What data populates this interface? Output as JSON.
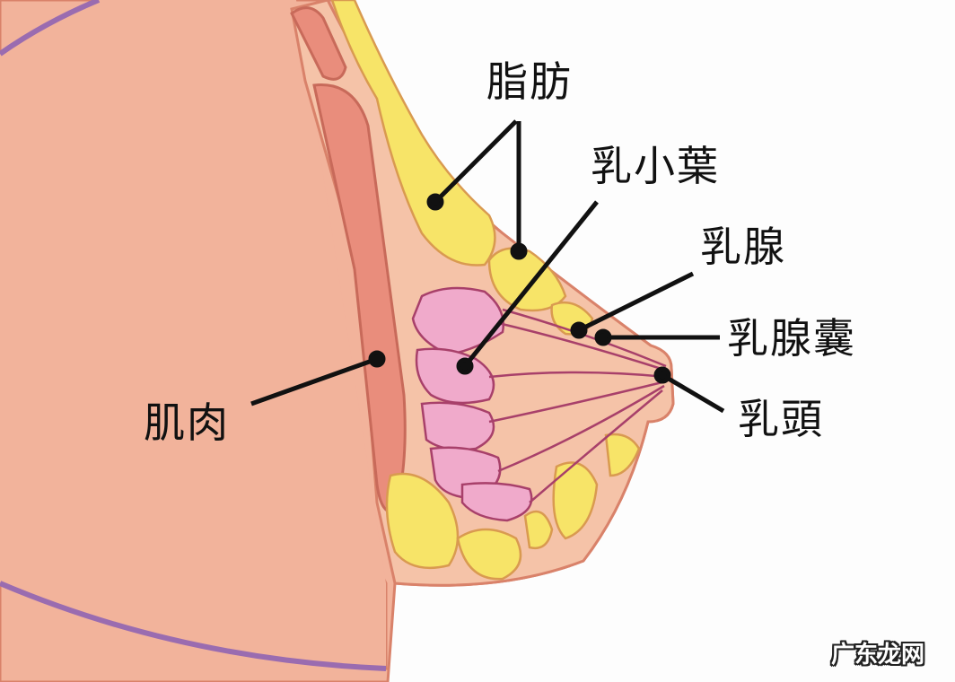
{
  "labels": {
    "fat": "脂肪",
    "lobule": "乳小葉",
    "mammary_gland": "乳腺",
    "gland_sac": "乳腺囊",
    "nipple": "乳頭",
    "muscle": "肌肉"
  },
  "watermark": "广东龙网",
  "colors": {
    "skin": "#f2b39b",
    "breast_tissue": "#f5c3a8",
    "fat": "#f7e468",
    "lobule": "#f0aacb",
    "muscle": "#e98d7c",
    "outline": "#d9826a",
    "body_line": "#9a6cb0",
    "leader": "#111111"
  }
}
